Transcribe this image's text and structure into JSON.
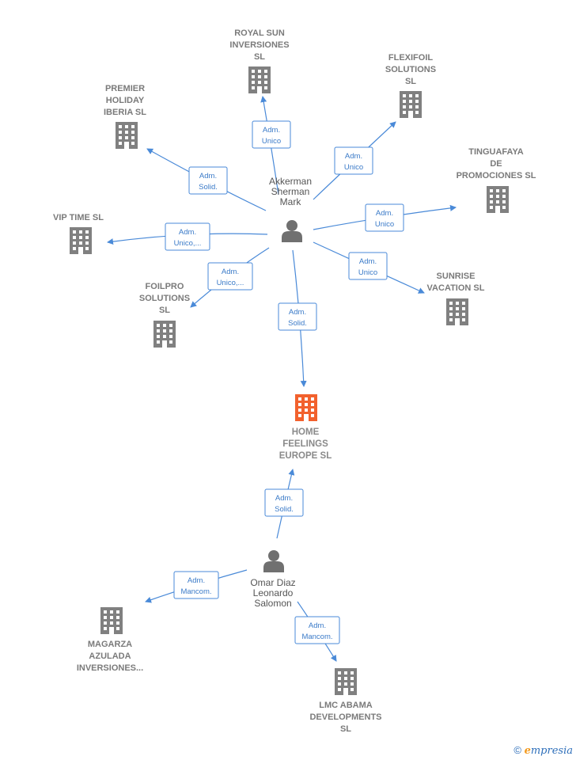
{
  "diagram": {
    "focus_company": {
      "id": "home",
      "lines": [
        "HOME",
        "FEELINGS",
        "EUROPE  SL"
      ]
    },
    "people": [
      {
        "id": "akkerman",
        "lines": [
          "Akkerman",
          "Sherman",
          "Mark"
        ]
      },
      {
        "id": "omar",
        "lines": [
          "Omar Diaz",
          "Leonardo",
          "Salomon"
        ]
      }
    ],
    "companies": [
      {
        "id": "royal",
        "lines": [
          "ROYAL SUN",
          "INVERSIONES",
          "SL"
        ]
      },
      {
        "id": "flexifoil",
        "lines": [
          "FLEXIFOIL",
          "SOLUTIONS",
          "SL"
        ]
      },
      {
        "id": "premier",
        "lines": [
          "PREMIER",
          "HOLIDAY",
          "IBERIA SL"
        ]
      },
      {
        "id": "tinguafaya",
        "lines": [
          "TINGUAFAYA",
          "DE",
          "PROMOCIONES SL"
        ]
      },
      {
        "id": "viptime",
        "lines": [
          "VIP TIME  SL"
        ]
      },
      {
        "id": "foilpro",
        "lines": [
          "FOILPRO",
          "SOLUTIONS",
          "SL"
        ]
      },
      {
        "id": "sunrise",
        "lines": [
          "SUNRISE",
          "VACATION  SL"
        ]
      },
      {
        "id": "magarza",
        "lines": [
          "MAGARZA",
          "AZULADA",
          "INVERSIONES..."
        ]
      },
      {
        "id": "lmc",
        "lines": [
          "LMC ABAMA",
          "DEVELOPMENTS",
          "SL"
        ]
      }
    ],
    "edges": [
      {
        "from": "akkerman",
        "to": "royal",
        "label": [
          "Adm.",
          "Unico"
        ]
      },
      {
        "from": "akkerman",
        "to": "flexifoil",
        "label": [
          "Adm.",
          "Unico"
        ]
      },
      {
        "from": "akkerman",
        "to": "premier",
        "label": [
          "Adm.",
          "Solid."
        ]
      },
      {
        "from": "akkerman",
        "to": "tinguafaya",
        "label": [
          "Adm.",
          "Unico"
        ]
      },
      {
        "from": "akkerman",
        "to": "viptime",
        "label": [
          "Adm.",
          "Unico,..."
        ]
      },
      {
        "from": "akkerman",
        "to": "foilpro",
        "label": [
          "Adm.",
          "Unico,..."
        ]
      },
      {
        "from": "akkerman",
        "to": "sunrise",
        "label": [
          "Adm.",
          "Unico"
        ]
      },
      {
        "from": "akkerman",
        "to": "home",
        "label": [
          "Adm.",
          "Solid."
        ]
      },
      {
        "from": "omar",
        "to": "home",
        "label": [
          "Adm.",
          "Solid."
        ]
      },
      {
        "from": "omar",
        "to": "magarza",
        "label": [
          "Adm.",
          "Mancom."
        ]
      },
      {
        "from": "omar",
        "to": "lmc",
        "label": [
          "Adm.",
          "Mancom."
        ]
      }
    ]
  },
  "footer": {
    "copyright": "©",
    "brand_initial": "e",
    "brand_rest": "mpresia"
  },
  "colors": {
    "edge": "#4a8ad8",
    "building": "#808080",
    "focus_building": "#f2612d",
    "person": "#707070"
  },
  "icons": {
    "company": "building-icon",
    "person": "person-icon"
  }
}
